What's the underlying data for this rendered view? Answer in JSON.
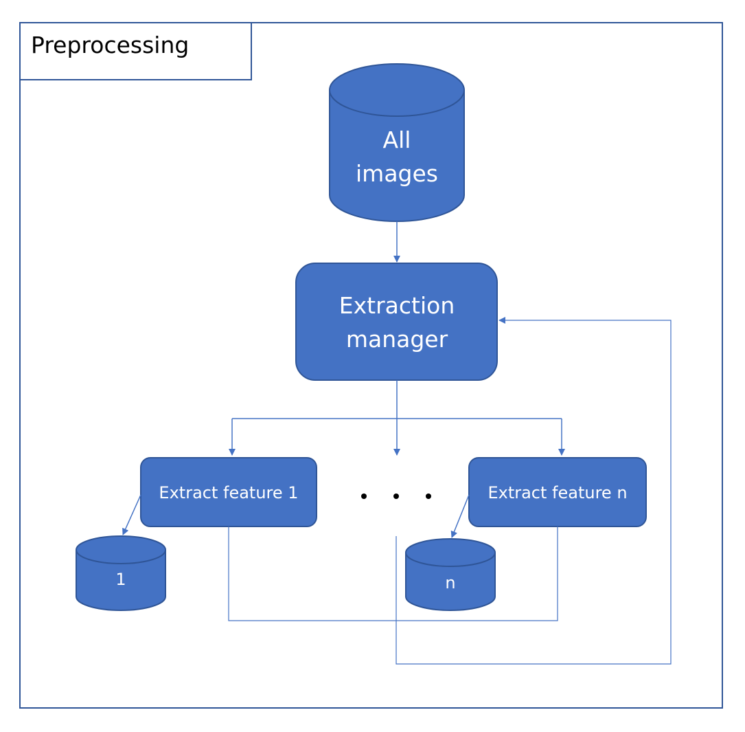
{
  "section": {
    "title": "Preprocessing"
  },
  "nodes": {
    "all_images": {
      "line1": "All",
      "line2": "images"
    },
    "extraction_manager": {
      "line1": "Extraction",
      "line2": "manager"
    },
    "extract_feature_1": {
      "label": "Extract feature 1"
    },
    "extract_feature_n": {
      "label": "Extract feature n"
    },
    "store_1": {
      "label": "1"
    },
    "store_n": {
      "label": "n"
    }
  },
  "ellipsis": "· · ·",
  "colors": {
    "node_fill": "#4472C4",
    "node_stroke": "#2F5597",
    "connector": "#4472C4",
    "frame": "#2F5597"
  }
}
